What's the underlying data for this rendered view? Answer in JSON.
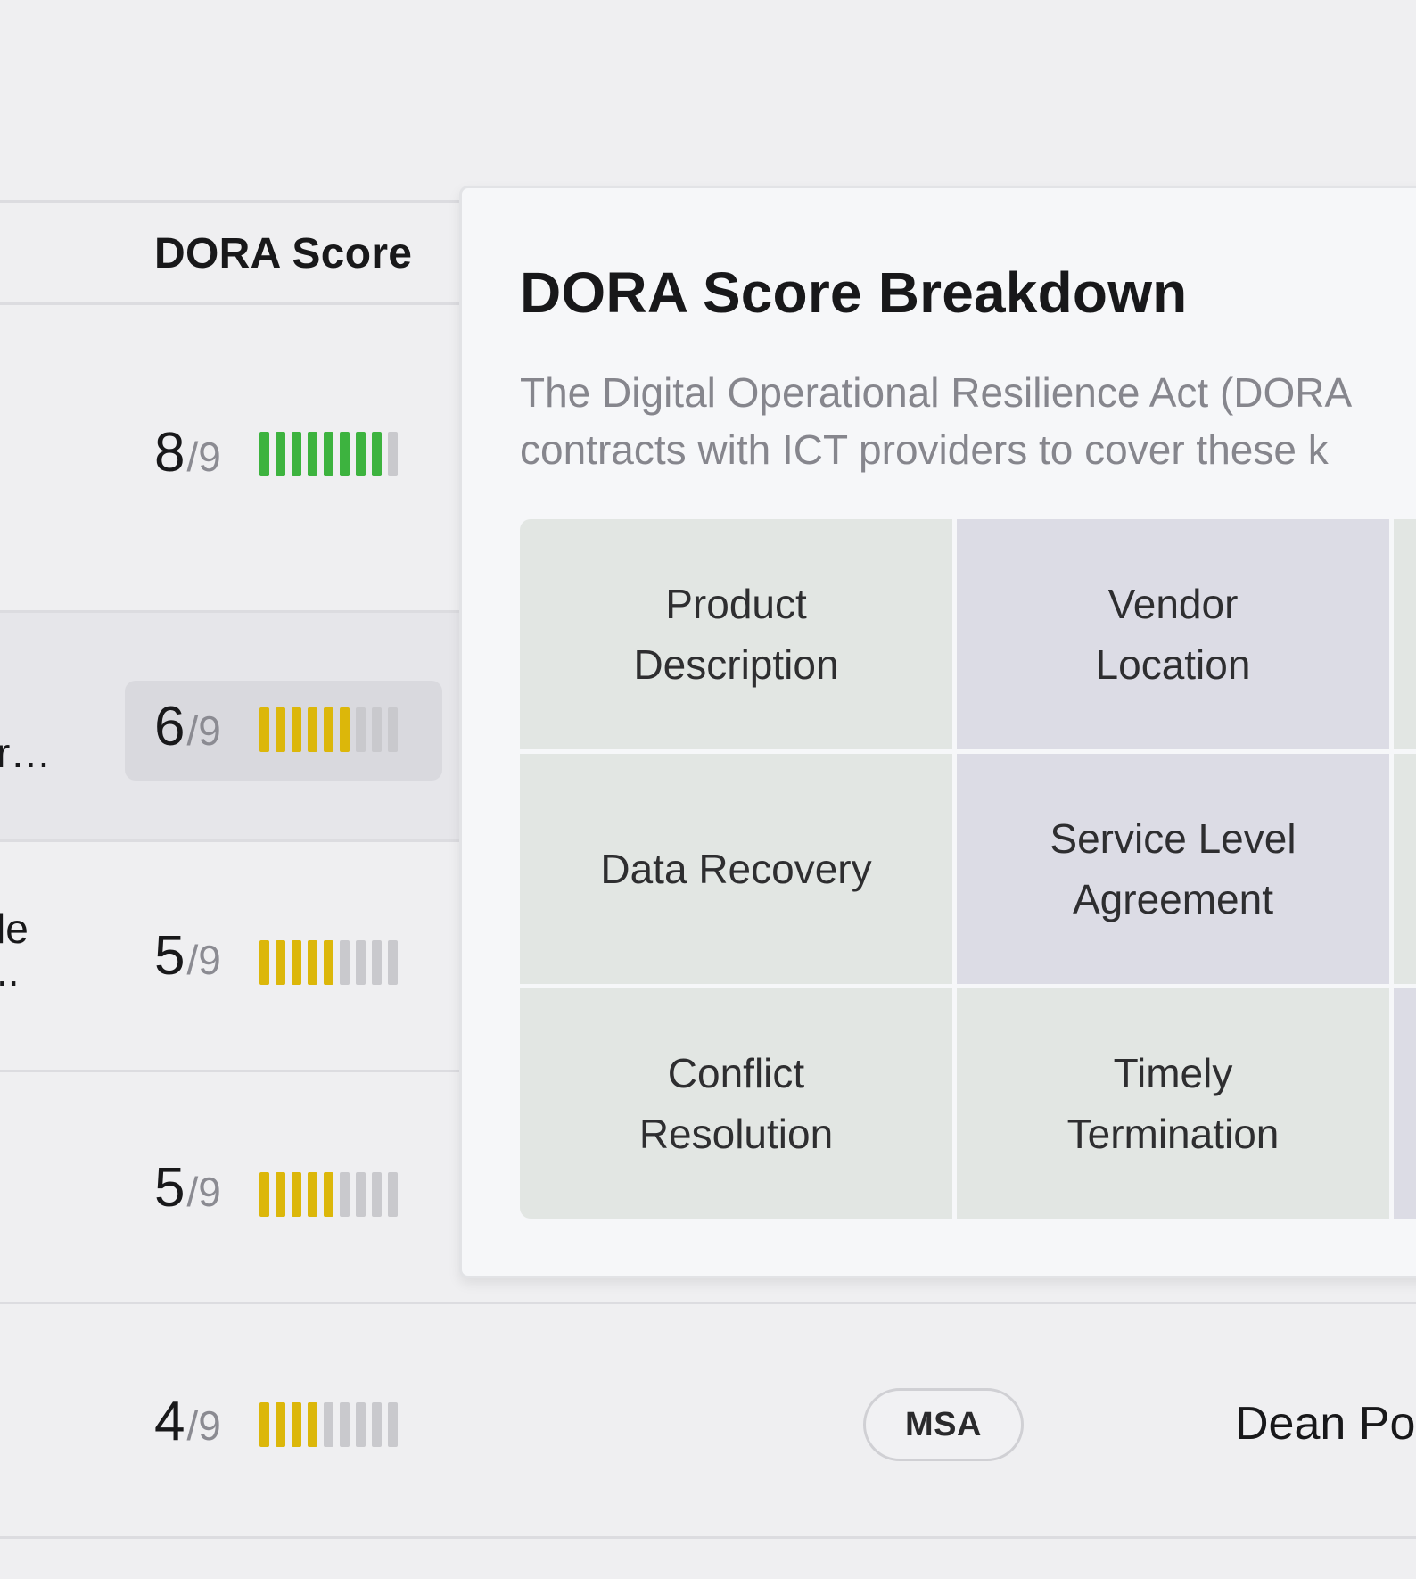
{
  "table": {
    "score_column_header": "DORA Score",
    "rows": [
      {
        "score": "8",
        "max": "/9",
        "filled": 8,
        "total": 9,
        "level_color": "#3db33f",
        "truncated_name": "",
        "truncated_name_2": "",
        "document_type": "",
        "owner": ""
      },
      {
        "score": "6",
        "max": "/9",
        "filled": 6,
        "total": 9,
        "level_color": "#dcb70a",
        "truncated_name": "r…",
        "truncated_name_2": "",
        "document_type": "",
        "owner": ""
      },
      {
        "score": "5",
        "max": "/9",
        "filled": 5,
        "total": 9,
        "level_color": "#dcb70a",
        "truncated_name": "le",
        "truncated_name_2": "..",
        "document_type": "",
        "owner": ""
      },
      {
        "score": "5",
        "max": "/9",
        "filled": 5,
        "total": 9,
        "level_color": "#dcb70a",
        "truncated_name": "",
        "truncated_name_2": "",
        "document_type": "",
        "owner": ""
      },
      {
        "score": "4",
        "max": "/9",
        "filled": 4,
        "total": 9,
        "level_color": "#dcb70a",
        "truncated_name": "",
        "truncated_name_2": "",
        "document_type": "MSA",
        "owner": "Dean Po"
      }
    ],
    "empty_bar_color": "#c9c9cd"
  },
  "popover": {
    "title": "DORA Score Breakdown",
    "description_line1": "The Digital Operational Resilience Act (DORA",
    "description_line2": "contracts with ICT providers to cover these k",
    "criteria": [
      {
        "label": "Product Description",
        "met": true
      },
      {
        "label": "Vendor Location",
        "met": false
      },
      {
        "label": "",
        "met": true
      },
      {
        "label": "Data Recovery",
        "met": true
      },
      {
        "label": "Service Level Agreement",
        "met": false
      },
      {
        "label": "",
        "met": true
      },
      {
        "label": "Conflict Resolution",
        "met": true
      },
      {
        "label": "Timely Termination",
        "met": true
      },
      {
        "label": "",
        "met": false
      }
    ],
    "met_color": "#e2e6e3",
    "unmet_color": "#dcdce5"
  }
}
